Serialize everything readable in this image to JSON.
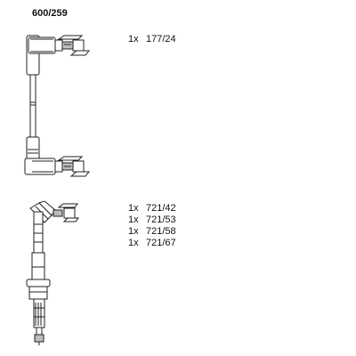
{
  "title": "600/259",
  "parts": [
    {
      "qty": "1x",
      "code": "177/24"
    },
    {
      "qty": "1x",
      "code": "721/42"
    },
    {
      "qty": "1x",
      "code": "721/53"
    },
    {
      "qty": "1x",
      "code": "721/58"
    },
    {
      "qty": "1x",
      "code": "721/67"
    }
  ],
  "colors": {
    "line": "#222222",
    "fill": "#ffffff",
    "shade": "#bdbdbd"
  }
}
